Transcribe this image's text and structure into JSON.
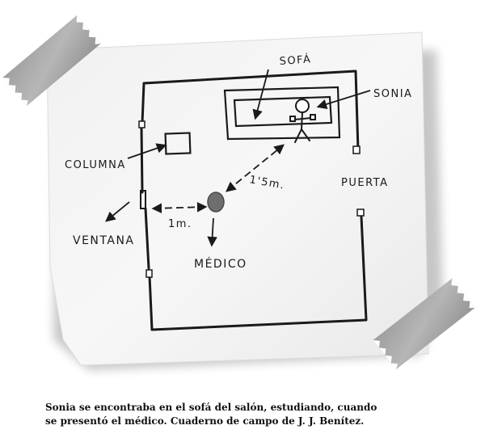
{
  "sketch": {
    "labels": {
      "sofa": "SOFÁ",
      "sonia": "SONIA",
      "columna": "COLUMNA",
      "ventana": "VENTANA",
      "medico": "MÉDICO",
      "puerta": "PUERTA",
      "distance_window": "1m.",
      "distance_sofa": "1'5m."
    }
  },
  "caption": {
    "line1": "Sonia se encontraba en el sofá del salón, estudiando, cuando",
    "line2": "se presentó el médico. Cuaderno de campo de J. J. Benítez."
  }
}
